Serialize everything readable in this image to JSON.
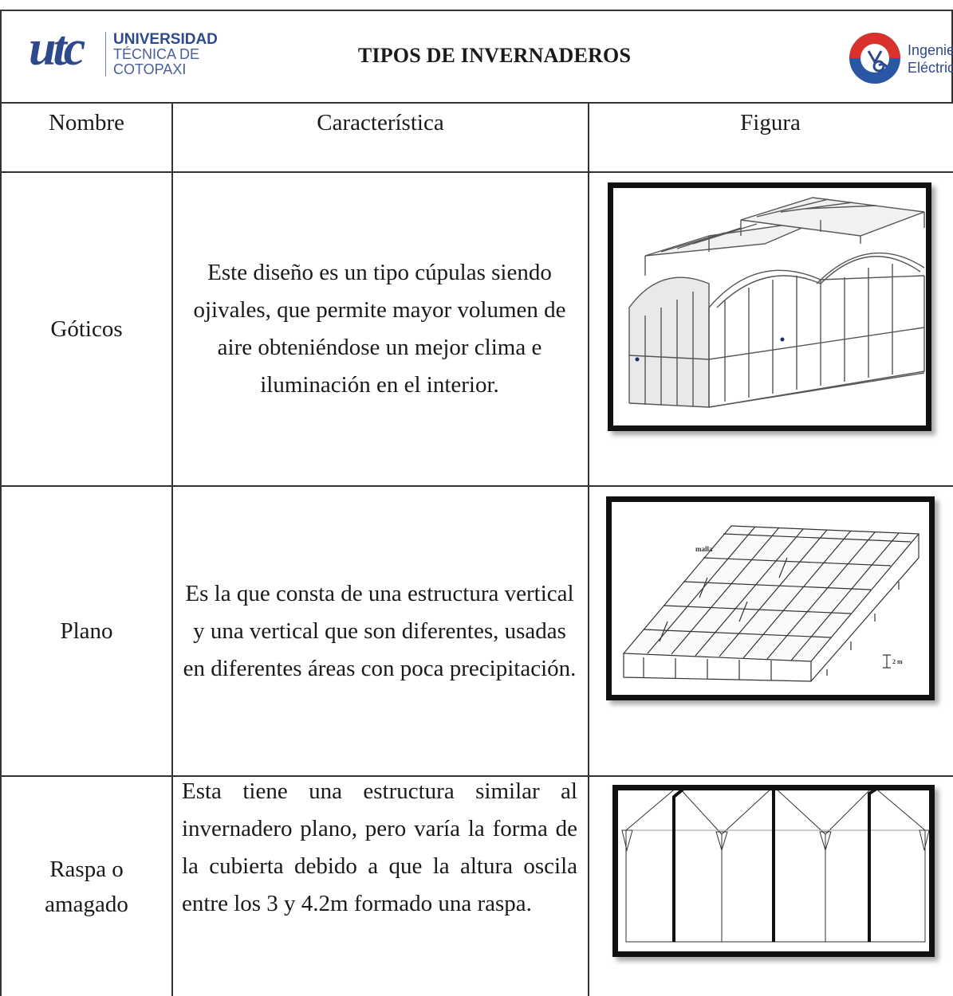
{
  "header": {
    "logo_left": {
      "mark": "utc",
      "line1": "UNIVERSIDAD",
      "line2": "TÉCNICA DE",
      "line3": "COTOPAXI"
    },
    "title": "TIPOS DE INVERNADEROS",
    "logo_right": {
      "line1": "Ingeniería",
      "line2": "Eléctrica",
      "accent": "#2f4a8c",
      "ring_red": "#d9312b",
      "ring_blue": "#2a56a6"
    }
  },
  "table": {
    "columns": [
      "Nombre",
      "Característica",
      "Figura"
    ],
    "rows": [
      {
        "name": "Góticos",
        "description": "Este diseño es un tipo cúpulas siendo ojivales, que permite mayor volumen de aire obteniéndose un mejor clima e iluminación en el interior.",
        "figure_icon": "gothic-greenhouse-drawing"
      },
      {
        "name": "Plano",
        "description": "Es la que consta de una estructura vertical y una vertical que son diferentes, usadas en diferentes áreas con poca precipitación.",
        "figure_icon": "flat-greenhouse-drawing",
        "figure_labels": [
          "malla",
          "2 m"
        ]
      },
      {
        "name": "Raspa o amagado",
        "description": "Esta tiene una estructura similar al invernadero plano, pero varía la forma de la cubierta debido a que la altura oscila entre los 3 y 4.2m formado una raspa.",
        "figure_icon": "raspa-greenhouse-drawing"
      }
    ]
  }
}
